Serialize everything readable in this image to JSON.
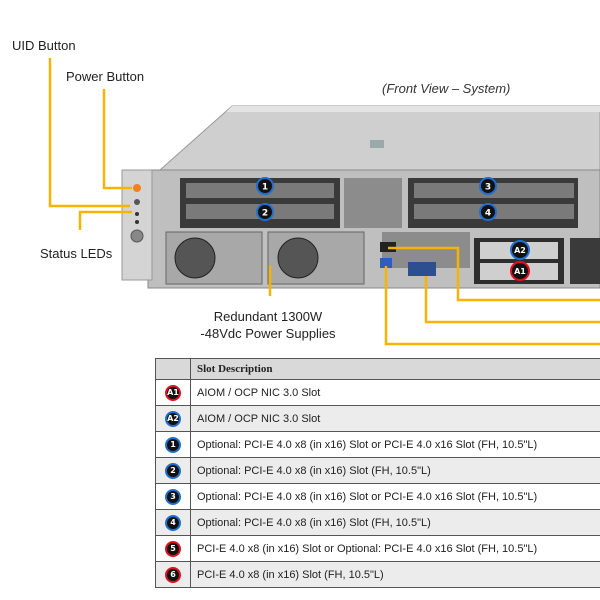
{
  "labels": {
    "uid_button": "UID Button",
    "power_button": "Power Button",
    "status_leds": "Status LEDs",
    "front_view": "(Front View – System)",
    "psu_line1": "Redundant 1300W",
    "psu_line2": "-48Vdc Power Supplies"
  },
  "colors": {
    "leader": "#f4b400",
    "slot_blue": "#1e6fd0",
    "slot_red": "#e01020",
    "chassis": "#bdbdbd"
  },
  "slot_markers": {
    "s1": "1",
    "s2": "2",
    "s3": "3",
    "s4": "4",
    "a1": "A1",
    "a2": "A2"
  },
  "table": {
    "header": "Slot Description",
    "rows": [
      {
        "badge": "A1",
        "color": "red",
        "desc": "AIOM / OCP NIC 3.0 Slot"
      },
      {
        "badge": "A2",
        "color": "blue",
        "desc": "AIOM / OCP NIC 3.0 Slot"
      },
      {
        "badge": "1",
        "color": "blue",
        "desc": "Optional: PCI-E 4.0 x8 (in x16) Slot or PCI-E 4.0 x16 Slot (FH, 10.5\"L)"
      },
      {
        "badge": "2",
        "color": "blue",
        "desc": "Optional: PCI-E 4.0 x8 (in x16) Slot (FH, 10.5\"L)"
      },
      {
        "badge": "3",
        "color": "blue",
        "desc": "Optional: PCI-E 4.0 x8 (in x16) Slot or PCI-E 4.0 x16 Slot (FH, 10.5\"L)"
      },
      {
        "badge": "4",
        "color": "blue",
        "desc": "Optional: PCI-E 4.0 x8 (in x16) Slot (FH, 10.5\"L)"
      },
      {
        "badge": "5",
        "color": "red",
        "desc": "PCI-E 4.0 x8 (in x16) Slot or Optional: PCI-E 4.0 x16 Slot (FH, 10.5\"L)"
      },
      {
        "badge": "6",
        "color": "red",
        "desc": "PCI-E 4.0 x8 (in x16) Slot (FH, 10.5\"L)"
      }
    ]
  }
}
